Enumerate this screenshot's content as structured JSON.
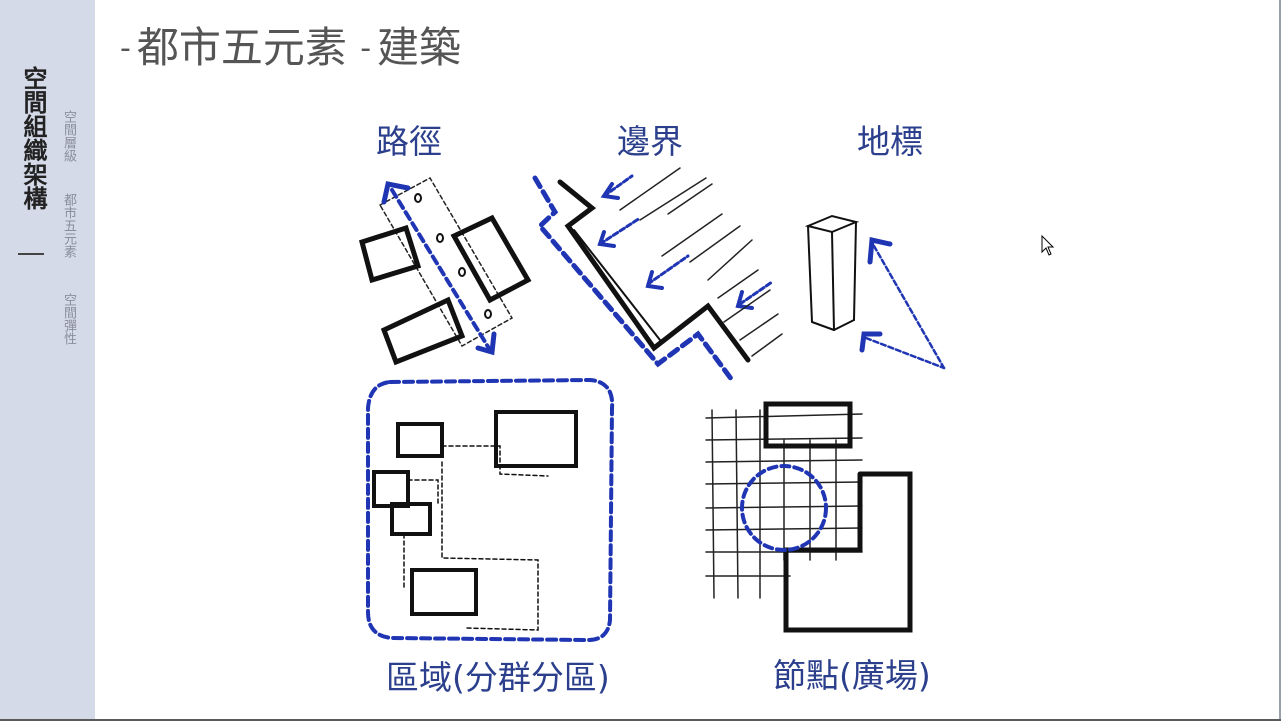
{
  "sidebar": {
    "title": "空間組織架構",
    "subtitles": [
      "空間層級",
      "都市五元素",
      "空間彈性"
    ]
  },
  "slide": {
    "title_dash": "-",
    "title_main": "都市五元素",
    "title_sep": "-",
    "title_sub": "建築",
    "labels": {
      "path": "路徑",
      "edge": "邊界",
      "landmark": "地標",
      "district": "區域(分群分區)",
      "node": "節點(廣場)"
    }
  },
  "colors": {
    "sidebar_bg": "#d4dae8",
    "accent_blue": "#2b3f8c",
    "sketch_blue": "#1f35b3",
    "title_gray": "#555555"
  },
  "icons": [
    "mouse-pointer-icon"
  ]
}
